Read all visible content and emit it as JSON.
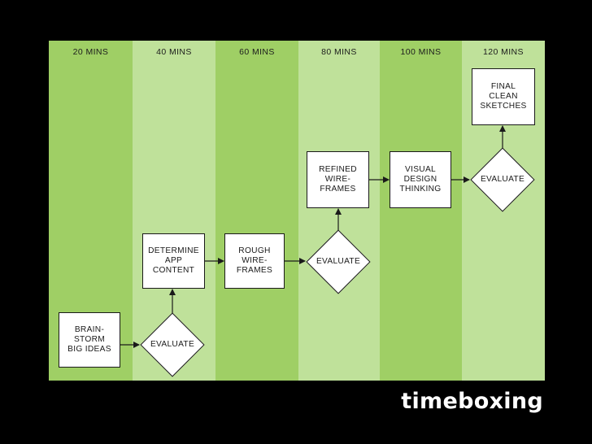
{
  "colors": {
    "background": "#000000",
    "column_dark": "#9fcf65",
    "column_light": "#bfe19a",
    "node_fill": "#ffffff",
    "stroke": "#1a1a1a"
  },
  "columns": [
    {
      "label": "20 MINS",
      "shade": "column_dark"
    },
    {
      "label": "40 MINS",
      "shade": "column_light"
    },
    {
      "label": "60 MINS",
      "shade": "column_dark"
    },
    {
      "label": "80 MINS",
      "shade": "column_light"
    },
    {
      "label": "100 MINS",
      "shade": "column_dark"
    },
    {
      "label": "120 MINS",
      "shade": "column_light"
    }
  ],
  "nodes": {
    "brainstorm": "BRAIN-\nSTORM\nBIG IDEAS",
    "determine_app_content": "DETERMINE\nAPP\nCONTENT",
    "rough_wireframes": "ROUGH\nWIRE-\nFRAMES",
    "refined_wireframes": "REFINED\nWIRE-\nFRAMES",
    "visual_design_thinking": "VISUAL\nDESIGN\nTHINKING",
    "final_clean_sketches": "FINAL\nCLEAN\nSKETCHES"
  },
  "decisions": {
    "evaluate_1": "EVALUATE",
    "evaluate_2": "EVALUATE",
    "evaluate_3": "EVALUATE"
  },
  "brand": "timeboxing"
}
